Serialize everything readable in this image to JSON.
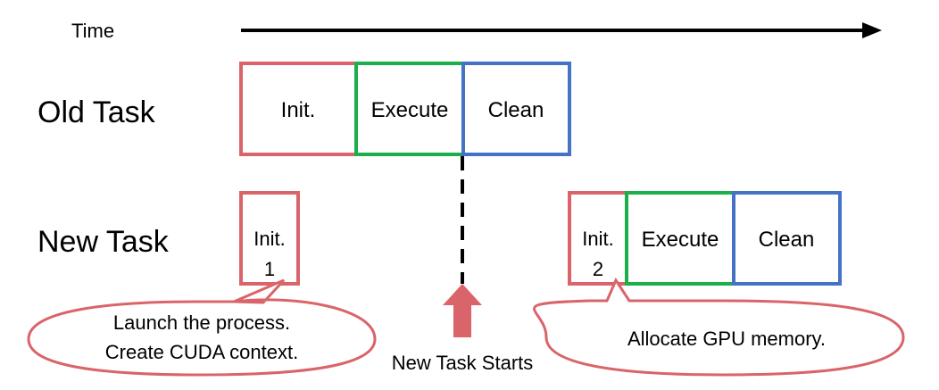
{
  "timeline": {
    "label": "Time"
  },
  "rows": {
    "old": {
      "label": "Old Task"
    },
    "new": {
      "label": "New Task"
    }
  },
  "old_task": {
    "init": "Init.",
    "execute": "Execute",
    "clean": "Clean"
  },
  "new_task": {
    "init1_line1": "Init.",
    "init1_line2": "1",
    "init2_line1": "Init.",
    "init2_line2": "2",
    "execute": "Execute",
    "clean": "Clean"
  },
  "callouts": {
    "left_line1": "Launch the process.",
    "left_line2": "Create CUDA context.",
    "right": "Allocate GPU memory."
  },
  "marker": {
    "label": "New Task Starts"
  },
  "colors": {
    "init": "#d9646a",
    "execute": "#1aaf4b",
    "clean": "#4472c4",
    "arrow": "#d9646a",
    "timeline": "#000000"
  }
}
